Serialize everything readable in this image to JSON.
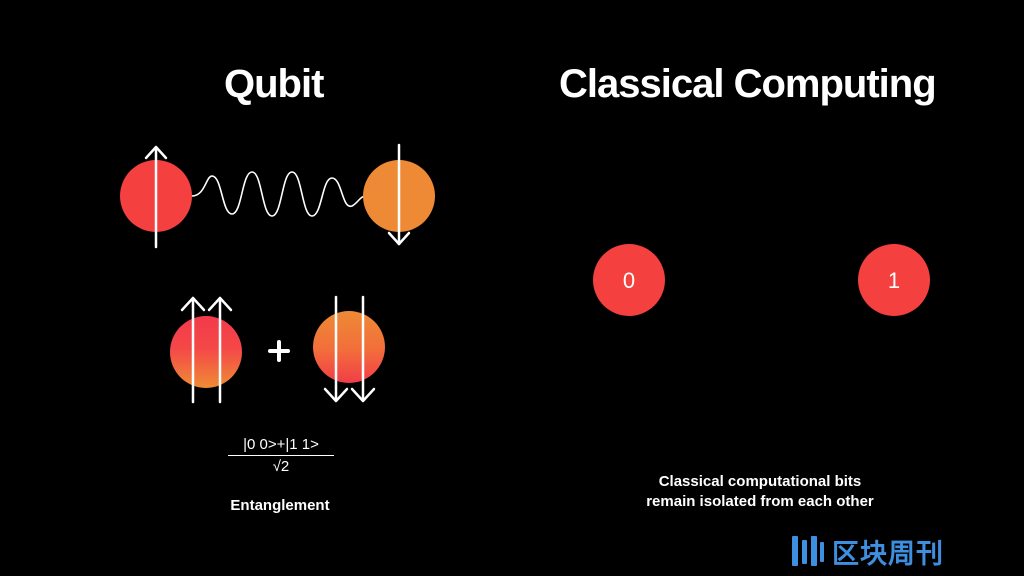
{
  "qubit": {
    "title": "Qubit",
    "formula_numerator": "|0 0>+|1 1>",
    "formula_denominator": "√2",
    "caption": "Entanglement",
    "plus_sign": "+"
  },
  "classical": {
    "title": "Classical Computing",
    "bits": [
      "0",
      "1"
    ],
    "caption_line1": "Classical computational bits",
    "caption_line2": "remain isolated from each other"
  },
  "watermark": {
    "text": "区块周刊"
  },
  "colors": {
    "background": "#000000",
    "red": "#f4403f",
    "orange": "#ee8a35",
    "logo_blue": "#3f8fe0"
  }
}
